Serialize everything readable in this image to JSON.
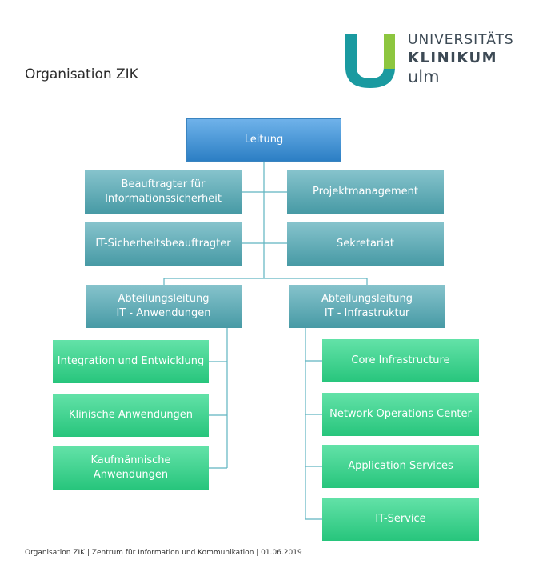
{
  "header": {
    "title": "Organisation ZIK",
    "logo": {
      "line1": "UNIVERSITÄTS",
      "line2": "KLINIKUM",
      "line3": "ulm",
      "color_teal": "#1a9aa0",
      "color_green": "#8dc63f"
    }
  },
  "org": {
    "leitung": "Leitung",
    "staff": [
      "Beauftragter für\nInformationssicherheit",
      "Projektmanagement",
      "IT-Sicherheitsbeauftragter",
      "Sekretariat"
    ],
    "departments": [
      {
        "name": "Abteilungsleitung\nIT - Anwendungen",
        "units": [
          "Integration und Entwicklung",
          "Klinische Anwendungen",
          "Kaufmännische\nAnwendungen"
        ]
      },
      {
        "name": "Abteilungsleitung\nIT - Infrastruktur",
        "units": [
          "Core Infrastructure",
          "Network Operations Center",
          "Application Services",
          "IT-Service"
        ]
      }
    ]
  },
  "colors": {
    "lead": "#2c7fc4",
    "staff": "#479aa5",
    "unit": "#27c57c",
    "connector": "#5fb5c0"
  },
  "footer": {
    "text": "Organisation ZIK | Zentrum für Information und Kommunikation | 01.06.2019"
  }
}
